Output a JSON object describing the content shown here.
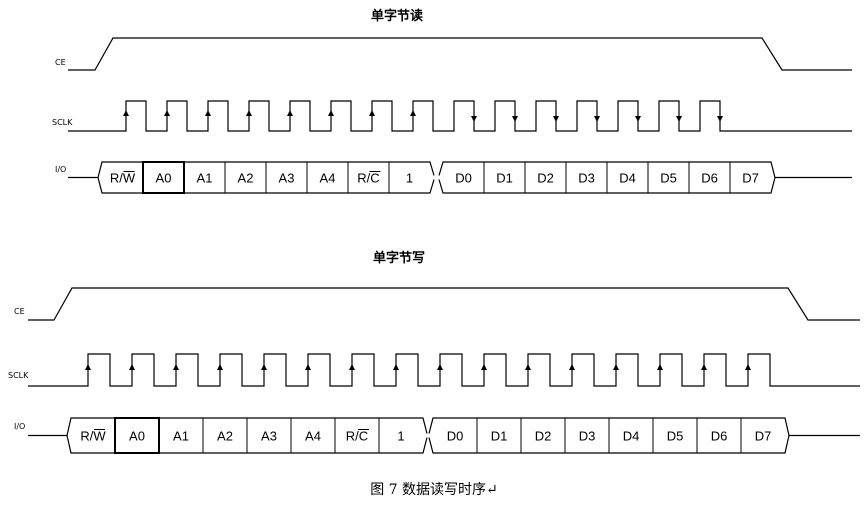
{
  "read": {
    "title": "单字节读",
    "signals": {
      "ce": "CE",
      "sclk": "SCLK",
      "io": "I/O"
    },
    "cells_first": [
      "R/W",
      "A0",
      "A1",
      "A2",
      "A3",
      "A4",
      "R/C",
      "1"
    ],
    "cells_second": [
      "D0",
      "D1",
      "D2",
      "D3",
      "D4",
      "D5",
      "D6",
      "D7"
    ],
    "pulse_count": 15,
    "arrow_directions": [
      "up",
      "up",
      "up",
      "up",
      "up",
      "up",
      "up",
      "up",
      "down",
      "down",
      "down",
      "down",
      "down",
      "down",
      "down"
    ]
  },
  "write": {
    "title": "单字节写",
    "signals": {
      "ce": "CE",
      "sclk": "SCLK",
      "io": "I/O"
    },
    "cells_first": [
      "R/W",
      "A0",
      "A1",
      "A2",
      "A3",
      "A4",
      "R/C",
      "1"
    ],
    "cells_second": [
      "D0",
      "D1",
      "D2",
      "D3",
      "D4",
      "D5",
      "D6",
      "D7"
    ],
    "pulse_count": 16,
    "arrow_directions": [
      "up",
      "up",
      "up",
      "up",
      "up",
      "up",
      "up",
      "up",
      "up",
      "up",
      "up",
      "up",
      "up",
      "up",
      "up",
      "up"
    ]
  },
  "caption": "图 7   数据读写时序↵"
}
